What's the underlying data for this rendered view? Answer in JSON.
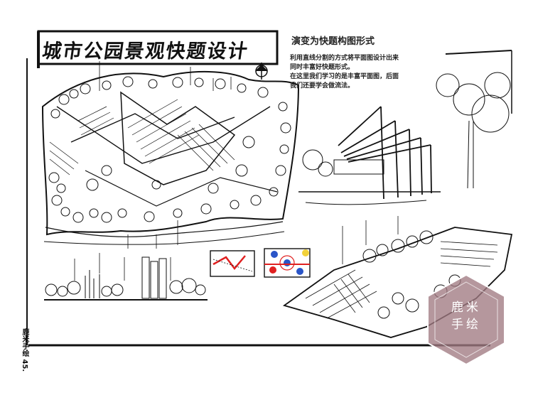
{
  "title": "城市公园景观快题设计",
  "subtitle": "演变为快题构图形式",
  "description": [
    "利用直线分割的方式将平面图设计出来",
    "同时丰富好快题形式。",
    "在这里我们学习的是丰富平面图，后面",
    "我们还要学会做流法。"
  ],
  "side_text": "鹿米手绘 45.",
  "watermark": {
    "line1": "鹿米",
    "line2": "手绘"
  },
  "colors": {
    "ink": "#111111",
    "red_accent": "#e02020",
    "blue_accent": "#2a55c8",
    "yellow_accent": "#f2d23a",
    "watermark": "#a07a82"
  }
}
